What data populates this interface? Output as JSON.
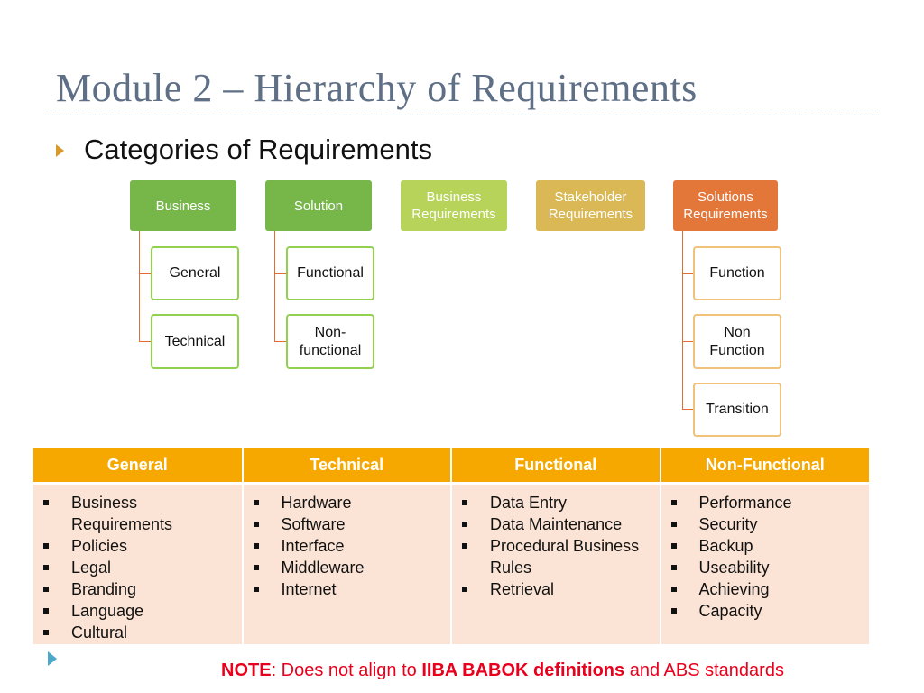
{
  "slide": {
    "title": "Module 2 – Hierarchy of Requirements",
    "bullet": "Categories of Requirements"
  },
  "diagram": {
    "heads": [
      {
        "label": "Business",
        "color": "#77b74a"
      },
      {
        "label": "Solution",
        "color": "#77b74a"
      },
      {
        "label": "Business\nRequirements",
        "color": "#b7d35a"
      },
      {
        "label": "Stakeholder\nRequirements",
        "color": "#d9b855"
      },
      {
        "label": "Solutions\nRequirements",
        "color": "#e3773a"
      }
    ],
    "business_children": [
      "General",
      "Technical"
    ],
    "solution_children": [
      "Functional",
      "Non-\nfunctional"
    ],
    "solutions_req_children": [
      "Function",
      "Non\nFunction",
      "Transition"
    ]
  },
  "table": {
    "headers": [
      "General",
      "Technical",
      "Functional",
      "Non-Functional"
    ],
    "columns": [
      [
        "Business Requirements",
        "Policies",
        "Legal",
        "Branding",
        "Language",
        "Cultural"
      ],
      [
        "Hardware",
        "Software",
        "Interface",
        "Middleware",
        "Internet"
      ],
      [
        "Data Entry",
        "Data Maintenance",
        "Procedural Business Rules",
        "Retrieval"
      ],
      [
        "Performance",
        "Security",
        "Backup",
        "Useability",
        "Achieving",
        "Capacity"
      ]
    ]
  },
  "note": {
    "label": "NOTE",
    "text1": ": Does not align to ",
    "bold": "IIBA BABOK definitions",
    "text2": " and ABS standards"
  }
}
